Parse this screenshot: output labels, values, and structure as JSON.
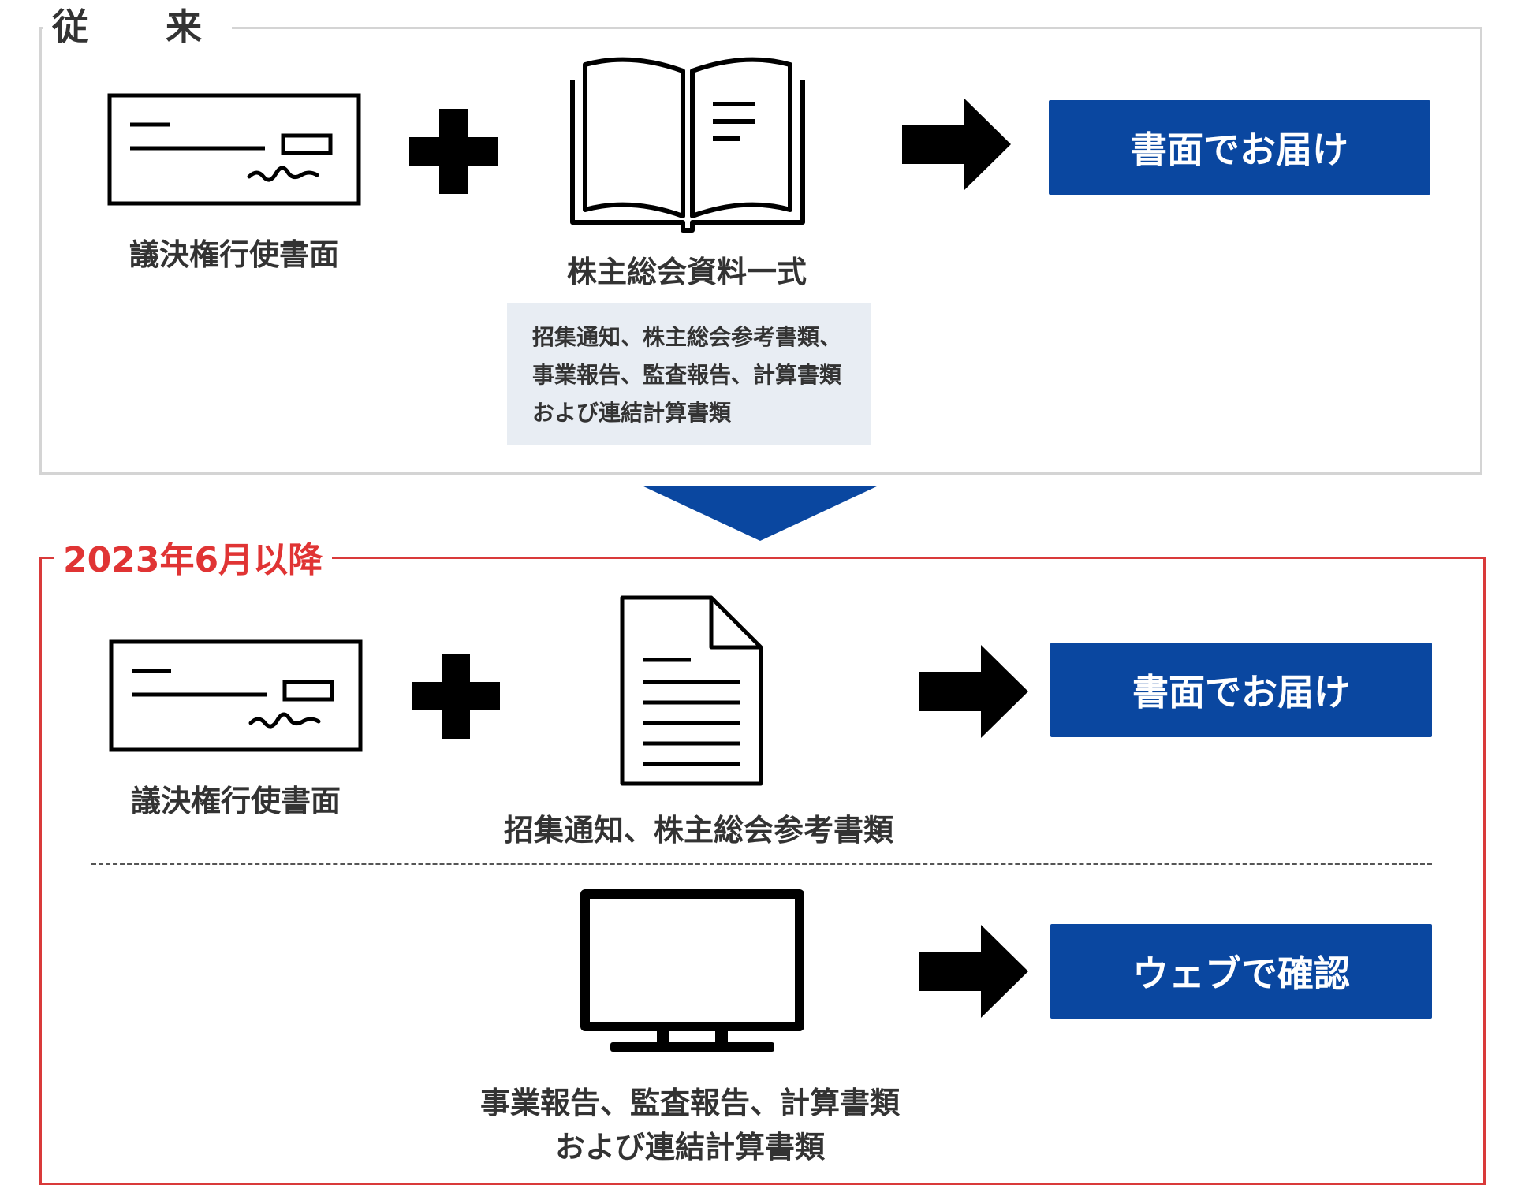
{
  "before": {
    "heading": "従　来",
    "ballot_label": "議決権行使書面",
    "materials_label": "株主総会資料一式",
    "materials_note": [
      "招集通知、株主総会参考書類、",
      "事業報告、監査報告、計算書類",
      "および連結計算書類"
    ],
    "result_button": "書面でお届け"
  },
  "after": {
    "heading": "2023年6月以降",
    "ballot_label": "議決権行使書面",
    "paper_docs_label": "招集通知、株主総会参考書類",
    "paper_result_button": "書面でお届け",
    "web_docs_label": [
      "事業報告、監査報告、計算書類",
      "および連結計算書類"
    ],
    "web_result_button": "ウェブで確認"
  },
  "colors": {
    "button_blue": "#0a47a0",
    "new_panel_red": "#d93a3a",
    "old_panel_border": "#d4d4d4",
    "note_bg": "#e8edf3",
    "transition_arrow": "#0a47a0"
  },
  "icons": {
    "ballot": "ballot-card-icon",
    "plus": "plus-icon",
    "book": "open-book-icon",
    "arrow": "right-arrow-icon",
    "document": "document-icon",
    "monitor": "monitor-icon",
    "transition": "down-chevron-icon"
  }
}
